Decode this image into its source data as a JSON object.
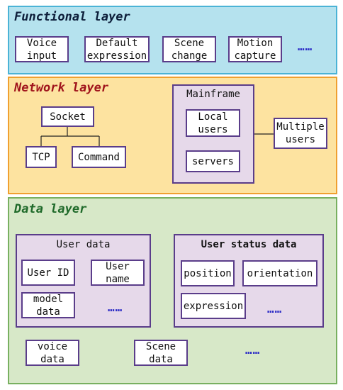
{
  "colors": {
    "functional_fill": "#b5e2ee",
    "functional_border": "#4bb3d6",
    "network_fill": "#fde3a0",
    "network_border": "#f0a030",
    "data_fill": "#d7e8c8",
    "data_border": "#78b060",
    "group_fill": "#e6d9ea",
    "box_border": "#5a3d8a",
    "title_functional": "#0d1e3a",
    "title_network": "#a0141c",
    "title_data": "#1f6a2a",
    "dots": "#2e2ec6"
  },
  "functional": {
    "title": "Functional layer",
    "items": [
      "Voice\ninput",
      "Default\nexpression",
      "Scene\nchange",
      "Motion\ncapture"
    ],
    "ellipsis": "……"
  },
  "network": {
    "title": "Network layer",
    "socket": "Socket",
    "tcp": "TCP",
    "command": "Command",
    "mainframe": {
      "title": "Mainframe",
      "local_users": "Local\nusers",
      "servers": "servers"
    },
    "multiple_users": "Multiple\nusers"
  },
  "data": {
    "title": "Data layer",
    "user_data": {
      "title": "User data",
      "user_id": "User ID",
      "user_name": "User\nname",
      "model_data": "model\ndata",
      "ellipsis": "……"
    },
    "user_status": {
      "title": "User status data",
      "position": "position",
      "orientation": "orientation",
      "expression": "expression",
      "ellipsis": "……"
    },
    "voice_data": "voice\ndata",
    "scene_data": "Scene\ndata",
    "ellipsis": "……"
  }
}
